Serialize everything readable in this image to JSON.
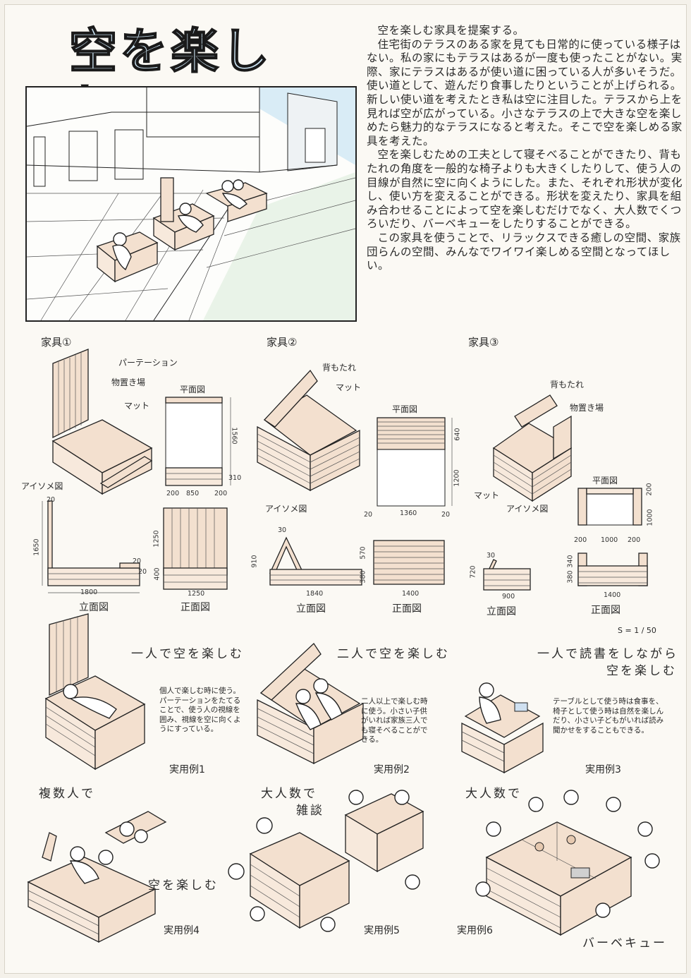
{
  "title": "空を楽しむ",
  "intro": {
    "paragraphs": [
      "空を楽しむ家具を提案する。",
      "住宅街のテラスのある家を見ても日常的に使っている様子はない。私の家にもテラスはあるが一度も使ったことがない。実際、家にテラスはあるが使い道に困っている人が多いそうだ。使い道として、遊んだり食事したりということが上げられる。新しい使い道を考えたとき私は空に注目した。テラスから上を見れば空が広がっている。小さなテラスの上で大きな空を楽しめたら魅力的なテラスになると考えた。そこで空を楽しめる家具を考えた。",
      "空を楽しむための工夫として寝そべることができたり、背もたれの角度を一般的な椅子よりも大きくしたりして、使う人の目線が自然に空に向くようにした。また、それぞれ形状が変化し、使い方を変えることができる。形状を変えたり、家具を組み合わせることによって空を楽しむだけでなく、大人数でくつろいだり、バーベキューをしたりすることができる。",
      "この家具を使うことで、リラックスできる癒しの空間、家族団らんの空間、みんなでワイワイ楽しめる空間となってほしい。"
    ]
  },
  "furniture": [
    {
      "heading": "家具①",
      "labels": {
        "partition": "パーテーション",
        "storage": "物置き場",
        "mat": "マット"
      },
      "views": {
        "iso": "アイソメ図",
        "plan": "平面図",
        "elevation": "立面図",
        "front": "正面図"
      },
      "dims": {
        "plan_w1": "200",
        "plan_w2": "850",
        "plan_w3": "200",
        "plan_h1": "1560",
        "plan_h2": "310",
        "elev_h": "1650",
        "elev_t": "20",
        "elev_w": "1800",
        "elev_s": "20",
        "elev_s2": "20",
        "front_h": "1250",
        "front_h2": "400",
        "front_w": "1250"
      }
    },
    {
      "heading": "家具②",
      "labels": {
        "backrest": "背もたれ",
        "mat": "マット"
      },
      "views": {
        "iso": "アイソメ図",
        "plan": "平面図",
        "elevation": "立面図",
        "front": "正面図"
      },
      "dims": {
        "plan_h1": "640",
        "plan_h2": "1200",
        "plan_w": "1360",
        "plan_l": "20",
        "plan_r": "20",
        "elev_h": "910",
        "elev_t": "30",
        "elev_w": "1840",
        "front_h1": "570",
        "front_h2": "380",
        "front_w": "1400"
      }
    },
    {
      "heading": "家具③",
      "labels": {
        "backrest": "背もたれ",
        "storage": "物置き場",
        "mat": "マット"
      },
      "views": {
        "iso": "アイソメ図",
        "plan": "平面図",
        "elevation": "立面図",
        "front": "正面図"
      },
      "dims": {
        "plan_t": "200",
        "plan_h": "1000",
        "plan_w1": "200",
        "plan_w2": "1000",
        "plan_w3": "200",
        "elev_h": "720",
        "elev_t": "30",
        "elev_w": "900",
        "front_h1": "380",
        "front_h2": "340",
        "front_w": "1400"
      }
    }
  ],
  "scale": "S = 1 / 50",
  "examples": [
    {
      "title": "一人で空を楽しむ",
      "note": "個人で楽しむ時に使う。パーテーションをたてることで、使う人の視線を囲み、視線を空に向くようにすっている。",
      "caption": "実用例1"
    },
    {
      "title": "二人で空を楽しむ",
      "note": "二人以上で楽しむ時に使う。小さい子供がいれば家族三人でも寝そべることができる。",
      "caption": "実用例2"
    },
    {
      "title_line1": "一人で読書をしながら",
      "title_line2": "空を楽しむ",
      "note": "テーブルとして使う時は食事を、椅子として使う時は自然を楽しんだり、小さい子どもがいれば読み聞かせをすることもできる。",
      "caption": "実用例3"
    },
    {
      "title": "複数人で",
      "extra": "空を楽しむ",
      "caption": "実用例4"
    },
    {
      "title": "大人数で",
      "extra": "雑談",
      "caption": "実用例5"
    },
    {
      "title": "大人数で",
      "extra": "バーベキュー",
      "caption": "実用例6"
    }
  ]
}
